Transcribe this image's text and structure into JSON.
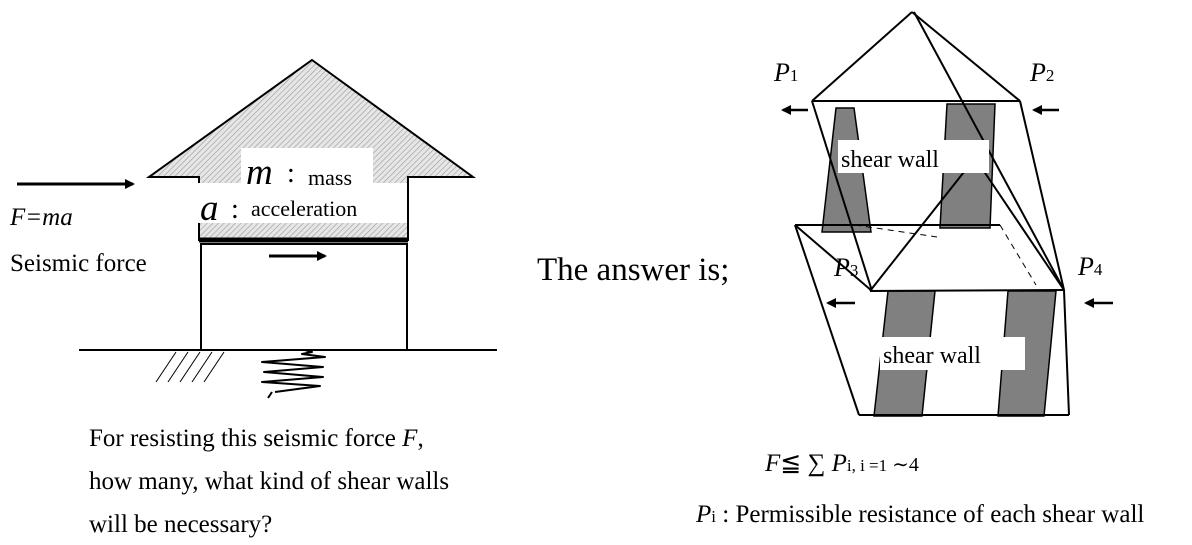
{
  "left": {
    "mass_symbol": "m",
    "mass_label": "mass",
    "accel_symbol": "a",
    "accel_label": "acceleration",
    "force_equation": "F=ma",
    "force_caption": "Seismic force",
    "question_line1_prefix": "For resisting this seismic force ",
    "question_line1_symbol": "F",
    "question_line1_suffix": ",",
    "question_line2": "how many, what kind of shear walls",
    "question_line3": "will be necessary?"
  },
  "right": {
    "answer_intro": "The answer is;",
    "wall_label_upper": "shear wall",
    "wall_label_lower": "shear wall",
    "p1_symbol": "P",
    "p1_sub": "1",
    "p2_symbol": "P",
    "p2_sub": "2",
    "p3_symbol": "P",
    "p3_sub": "3",
    "p4_symbol": "P",
    "p4_sub": "4",
    "formula_F": "F",
    "formula_rel": "≦ ∑ ",
    "formula_P": "P",
    "formula_sub": "i, i =1",
    "formula_range": " ∼4",
    "definition_symbol": "P",
    "definition_sub": "i",
    "definition_text": " : Permissible resistance of each shear wall"
  },
  "colors": {
    "roof_fill": "#dcdcdc",
    "wall_fill": "#808080",
    "line": "#000000",
    "background": "#ffffff"
  }
}
